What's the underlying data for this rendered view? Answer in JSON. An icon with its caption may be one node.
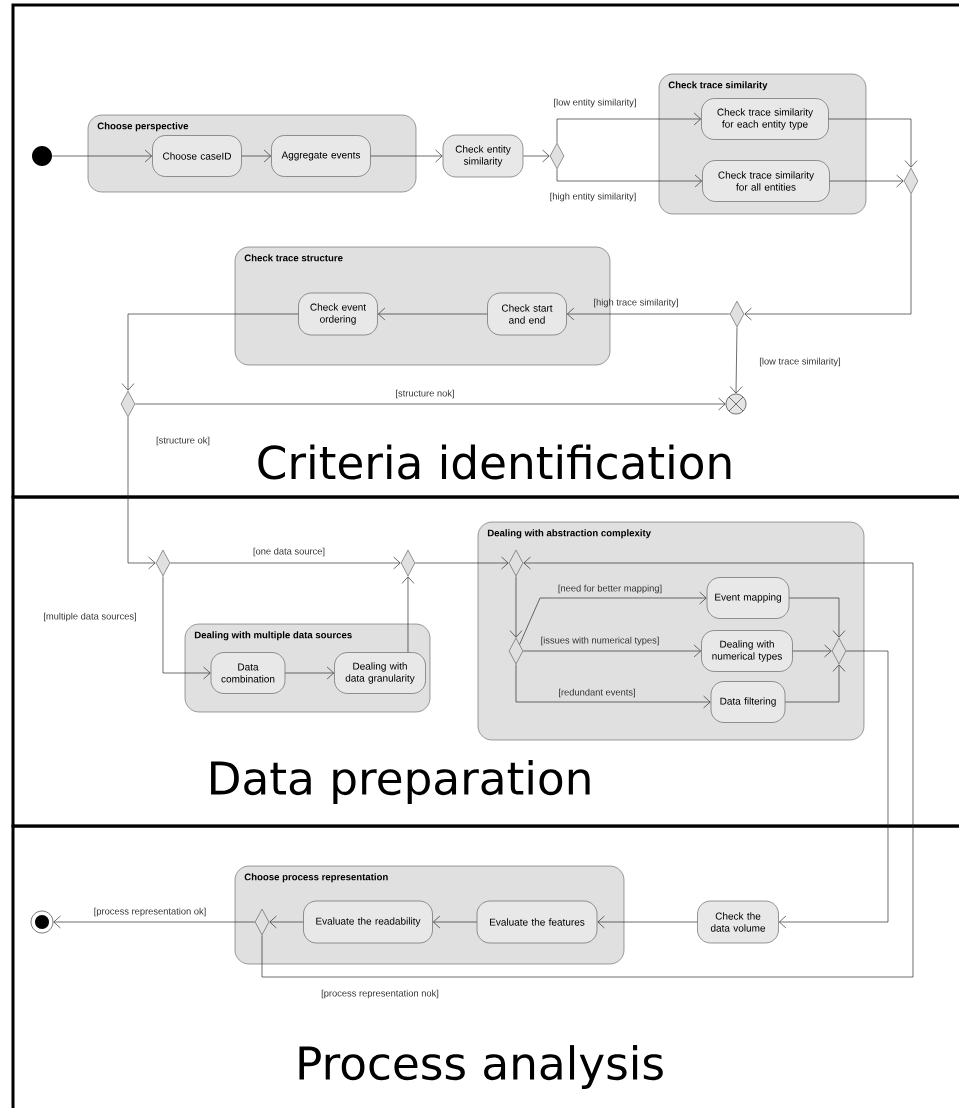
{
  "diagram": {
    "nodes": [
      {
        "text": [
          "Criteria identification"
        ]
      },
      {
        "text": [
          "Data preparation"
        ]
      },
      {
        "text": [
          "Process analysis"
        ]
      },
      {
        "text": [],
        "shape": "circle",
        "in": 0
      },
      {
        "text": [
          "Choose perspective"
        ],
        "in": 0
      },
      {
        "text": [
          "Choose caseID"
        ],
        "in": 4
      },
      {
        "text": [
          "Aggregate events"
        ],
        "in": 4
      },
      {
        "text": [
          "Check entity similarity"
        ],
        "in": 0
      },
      {
        "text": [],
        "shape": "diamond",
        "in": 0
      },
      {
        "text": [
          "Check trace similarity"
        ],
        "in": 0
      },
      {
        "text": [
          "Check trace similarity for each entity type"
        ],
        "in": 9
      },
      {
        "text": [
          "Check trace similarity for all entities"
        ],
        "in": 9
      },
      {
        "text": [],
        "shape": "diamond",
        "in": 0
      },
      {
        "text": [
          "Check trace structure"
        ],
        "in": 0
      },
      {
        "text": [
          "Check event ordering"
        ],
        "in": 13
      },
      {
        "text": [
          "Check start and end"
        ],
        "in": 13
      },
      {
        "text": [],
        "shape": "diamond",
        "in": 0
      },
      {
        "text": [],
        "shape": "circle",
        "in": 0
      },
      {
        "text": [],
        "shape": "diamond",
        "in": 0
      },
      {
        "text": [],
        "shape": "diamond",
        "in": 1
      },
      {
        "text": [],
        "shape": "diamond",
        "in": 1
      },
      {
        "text": [
          "Dealing with multiple data sources"
        ],
        "in": 1
      },
      {
        "text": [
          "Data combination"
        ],
        "in": 21
      },
      {
        "text": [
          "Dealing with data granularity"
        ],
        "in": 21
      },
      {
        "text": [
          "Dealing with abstraction complexity"
        ],
        "in": 1
      },
      {
        "text": [],
        "shape": "diamond",
        "in": 24
      },
      {
        "text": [],
        "shape": "diamond",
        "in": 24
      },
      {
        "text": [
          "Event mapping"
        ],
        "in": 24
      },
      {
        "text": [
          "Dealing with numerical types"
        ],
        "in": 24
      },
      {
        "text": [
          "Data filtering"
        ],
        "in": 24
      },
      {
        "text": [],
        "shape": "diamond",
        "in": 24
      },
      {
        "text": [
          "Choose process representation"
        ],
        "in": 2
      },
      {
        "text": [],
        "shape": "diamond",
        "in": 31
      },
      {
        "text": [
          "Evaluate the readability"
        ],
        "in": 31
      },
      {
        "text": [
          "Evaluate the features"
        ],
        "in": 31
      },
      {
        "text": [
          "Check the data volume"
        ],
        "in": 2
      },
      {
        "text": [],
        "shape": "circle",
        "in": 2
      }
    ],
    "edges": [
      {
        "from": 3,
        "to": 5,
        "arrow": "to"
      },
      {
        "from": 5,
        "to": 6,
        "arrow": "to"
      },
      {
        "from": 6,
        "to": 7,
        "arrow": "to"
      },
      {
        "from": 7,
        "to": 8,
        "arrow": "to"
      },
      {
        "from": 8,
        "to": 10,
        "arrow": "to",
        "label": "[low entity similarity]"
      },
      {
        "from": 8,
        "to": 11,
        "arrow": "to",
        "label": "[high entity similarity]"
      },
      {
        "from": 10,
        "to": 12,
        "arrow": "to"
      },
      {
        "from": 11,
        "to": 12,
        "arrow": "to"
      },
      {
        "from": 12,
        "to": 16,
        "arrow": "to"
      },
      {
        "from": 16,
        "to": 15,
        "arrow": "to",
        "label": "[high trace similarity]"
      },
      {
        "from": 16,
        "to": 17,
        "arrow": "to",
        "label": "[low trace similarity]"
      },
      {
        "from": 15,
        "to": 14,
        "arrow": "to"
      },
      {
        "from": 14,
        "to": 18,
        "arrow": "to"
      },
      {
        "from": 18,
        "to": 17,
        "arrow": "to",
        "label": "[structure nok]"
      },
      {
        "from": 18,
        "to": 19,
        "arrow": "to",
        "label": "[structure ok]"
      },
      {
        "from": 19,
        "to": 20,
        "arrow": "to",
        "label": "[one data source]"
      },
      {
        "from": 19,
        "to": 22,
        "arrow": "to",
        "label": "[multiple data sources]"
      },
      {
        "from": 22,
        "to": 23,
        "arrow": "to"
      },
      {
        "from": 23,
        "to": 20,
        "arrow": "to"
      },
      {
        "from": 20,
        "to": 25,
        "arrow": "to"
      },
      {
        "from": 25,
        "to": 26,
        "arrow": "to"
      },
      {
        "from": 26,
        "to": 27,
        "arrow": "to",
        "label": "[need for better mapping]"
      },
      {
        "from": 26,
        "to": 28,
        "arrow": "to",
        "label": "[issues with numerical types]"
      },
      {
        "from": 26,
        "to": 29,
        "arrow": "to",
        "label": "[redundant events]"
      },
      {
        "from": 27,
        "to": 30,
        "arrow": "to"
      },
      {
        "from": 28,
        "to": 30,
        "arrow": "to"
      },
      {
        "from": 29,
        "to": 30,
        "arrow": "to"
      },
      {
        "from": 30,
        "to": 35,
        "arrow": "to"
      },
      {
        "from": 35,
        "to": 34,
        "arrow": "to"
      },
      {
        "from": 34,
        "to": 33,
        "arrow": "to"
      },
      {
        "from": 33,
        "to": 32,
        "arrow": "to"
      },
      {
        "from": 32,
        "to": 36,
        "arrow": "to",
        "label": "[process representation ok]"
      },
      {
        "from": 32,
        "to": 25,
        "arrow": "to",
        "label": "[process representation nok]"
      }
    ]
  }
}
